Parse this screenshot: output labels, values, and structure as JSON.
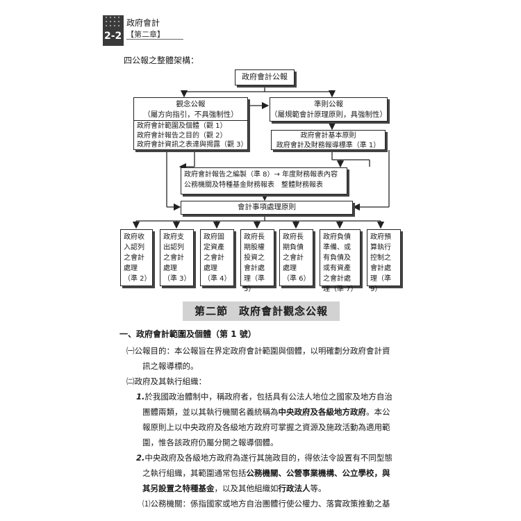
{
  "header": {
    "page_num": "2-2",
    "book_title": "政府會計",
    "chapter": "【第二章】"
  },
  "intro_label": "四公報之整體架構：",
  "diagram": {
    "root": "政府會計公報",
    "concept": {
      "title": "觀念公報",
      "sub": "（屬方向指引，不具強制性）",
      "items": [
        "政府會計範圍及個體（觀 1）",
        "政府會計報告之目的（觀 2）",
        "政府會計資訊之表達與揭露（觀 3）"
      ]
    },
    "standard": {
      "title": "準則公報",
      "sub": "（屬規範會計原理原則，具強制性）"
    },
    "basic": {
      "line1": "政府會計基本原則",
      "line2": "政府會計及財務報導標準（準 1）"
    },
    "report": {
      "line1": "政府會計報告之編製（準 8）→ 年度財務報表內容",
      "line2": "公務機關及特種基金財務報表　整體財務報表"
    },
    "treatment": "會計事項處理原則",
    "bottom": [
      {
        "text": "政府收入認列之會計處理（準 2）"
      },
      {
        "text": "政府支出認列之會計處理（準 3）"
      },
      {
        "text": "政府固定資產之會計處理（準 4）"
      },
      {
        "text": "政府長期股權投資之會計處理（準5）"
      },
      {
        "text": "政府長期負債之會計處理（準 6）"
      },
      {
        "text": "政府負債準備、或有負債及或有資產之會計處理（準 7）"
      },
      {
        "text": "政府預算執行控制之會計處理（準9）"
      }
    ]
  },
  "section_heading": "第二節　政府會計觀念公報",
  "body": {
    "h1": "一、政府會計範圍及個體（第 1 號）",
    "p1": "㈠公報目的：本公報旨在界定政府會計範圍與個體，以明確劃分政府會計資",
    "p1b": "訊之報導標的。",
    "p2": "㈡政府及其執行組織：",
    "p3a_num": "1.",
    "p3a": "於我國政治體制中，稱政府者，包括具有公法人地位之國家及地方自治",
    "p3b_pre": "團體兩類，並以其執行機關名義統稱為",
    "p3b_bold": "中央政府及各級地方政府",
    "p3b_post": "。本公",
    "p3c": "報原則上以中央政府及各級地方政府可掌握之資源及施政活動為適用範",
    "p3d": "圍，惟各該政府仍屬分開之報導個體。",
    "p4a_num": "2.",
    "p4a": "中央政府及各級地方政府為遂行其施政目的，得依法令設置有不同型態",
    "p4b_pre": "之執行組織，其範圍通常包括",
    "p4b_bold1": "公務機關、公營事業機構、公立學校，與",
    "p4c_bold": "其另設置之特種基金",
    "p4c_mid": "，以及其他組織如",
    "p4c_bold2": "行政法人",
    "p4c_post": "等。",
    "p5": "⑴公務機關：係指國家或地方自治團體行使公權力、落實政策推動之基"
  }
}
